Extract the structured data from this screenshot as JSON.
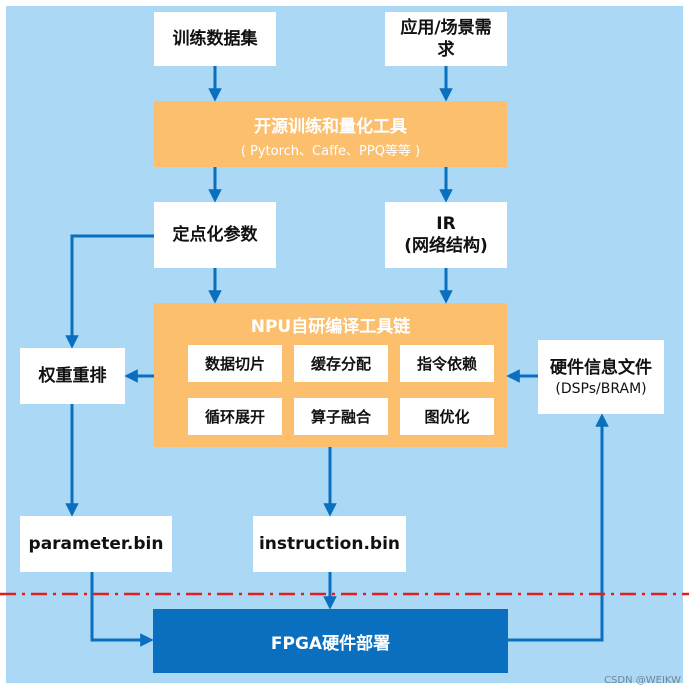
{
  "nodes": {
    "training_data": "训练数据集",
    "app_scene_line1": "应用/场景需",
    "app_scene_line2": "求",
    "training_tools_title": "开源训练和量化工具",
    "training_tools_sub": "( Pytorch、Caffe、PPQ等等 )",
    "fixed_params": "定点化参数",
    "ir_line1": "IR",
    "ir_line2": "(网络结构)",
    "npu_title": "NPU自研编译工具链",
    "npu_modules": [
      "数据切片",
      "缓存分配",
      "指令依赖",
      "循环展开",
      "算子融合",
      "图优化"
    ],
    "weight_reorder": "权重重排",
    "hw_info_line1": "硬件信息文件",
    "hw_info_line2": "(DSPs/BRAM)",
    "parameter_bin": "parameter.bin",
    "instruction_bin": "instruction.bin",
    "fpga_deploy": "FPGA硬件部署"
  },
  "watermark": "CSDN @WEIKW",
  "colors": {
    "background": "#abd8f5",
    "orange": "#fbbf6e",
    "arrow": "#0b6fbf",
    "fpga": "#0b6fbf",
    "dashline": "#e02020"
  }
}
